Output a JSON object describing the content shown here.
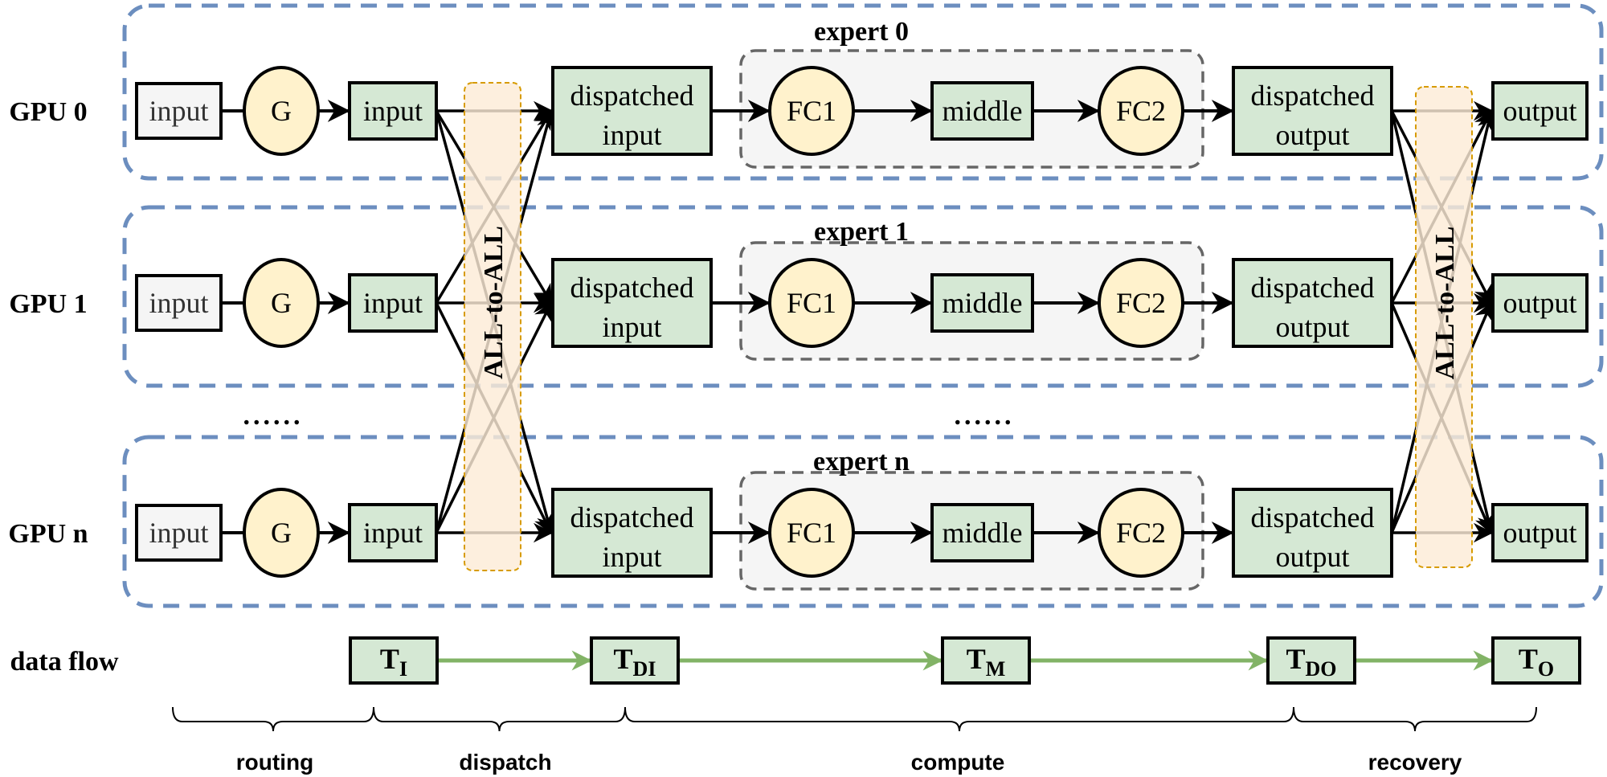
{
  "gpus": [
    {
      "label": "GPU 0",
      "expert_title": "expert 0"
    },
    {
      "label": "GPU 1",
      "expert_title": "expert 1"
    },
    {
      "label": "GPU n",
      "expert_title": "expert n"
    }
  ],
  "nodes": {
    "raw_input": "input",
    "gate": "G",
    "routed_input": "input",
    "dispatched_input_line1": "dispatched",
    "dispatched_input_line2": "input",
    "fc1": "FC1",
    "middle": "middle",
    "fc2": "FC2",
    "dispatched_output_line1": "dispatched",
    "dispatched_output_line2": "output",
    "output": "output"
  },
  "all_to_all_label": "ALL-to-ALL",
  "ellipsis": "......",
  "data_flow": {
    "label": "data flow",
    "tensors": [
      {
        "main": "T",
        "sub": "I"
      },
      {
        "main": "T",
        "sub": "DI"
      },
      {
        "main": "T",
        "sub": "M"
      },
      {
        "main": "T",
        "sub": "DO"
      },
      {
        "main": "T",
        "sub": "O"
      }
    ],
    "phases": [
      "routing",
      "dispatch",
      "compute",
      "recovery"
    ]
  },
  "colors": {
    "gpu_border": "#6C8EBF",
    "expert_border": "#666666",
    "expert_fill": "#F5F5F5",
    "green_fill": "#D5E8D4",
    "yellow_fill": "#FFF2CC",
    "raw_input_fill": "#F5F5F5",
    "a2a_fill": "#FDEBD7",
    "a2a_border": "#D79B00",
    "flow_arrow": "#82B366"
  }
}
